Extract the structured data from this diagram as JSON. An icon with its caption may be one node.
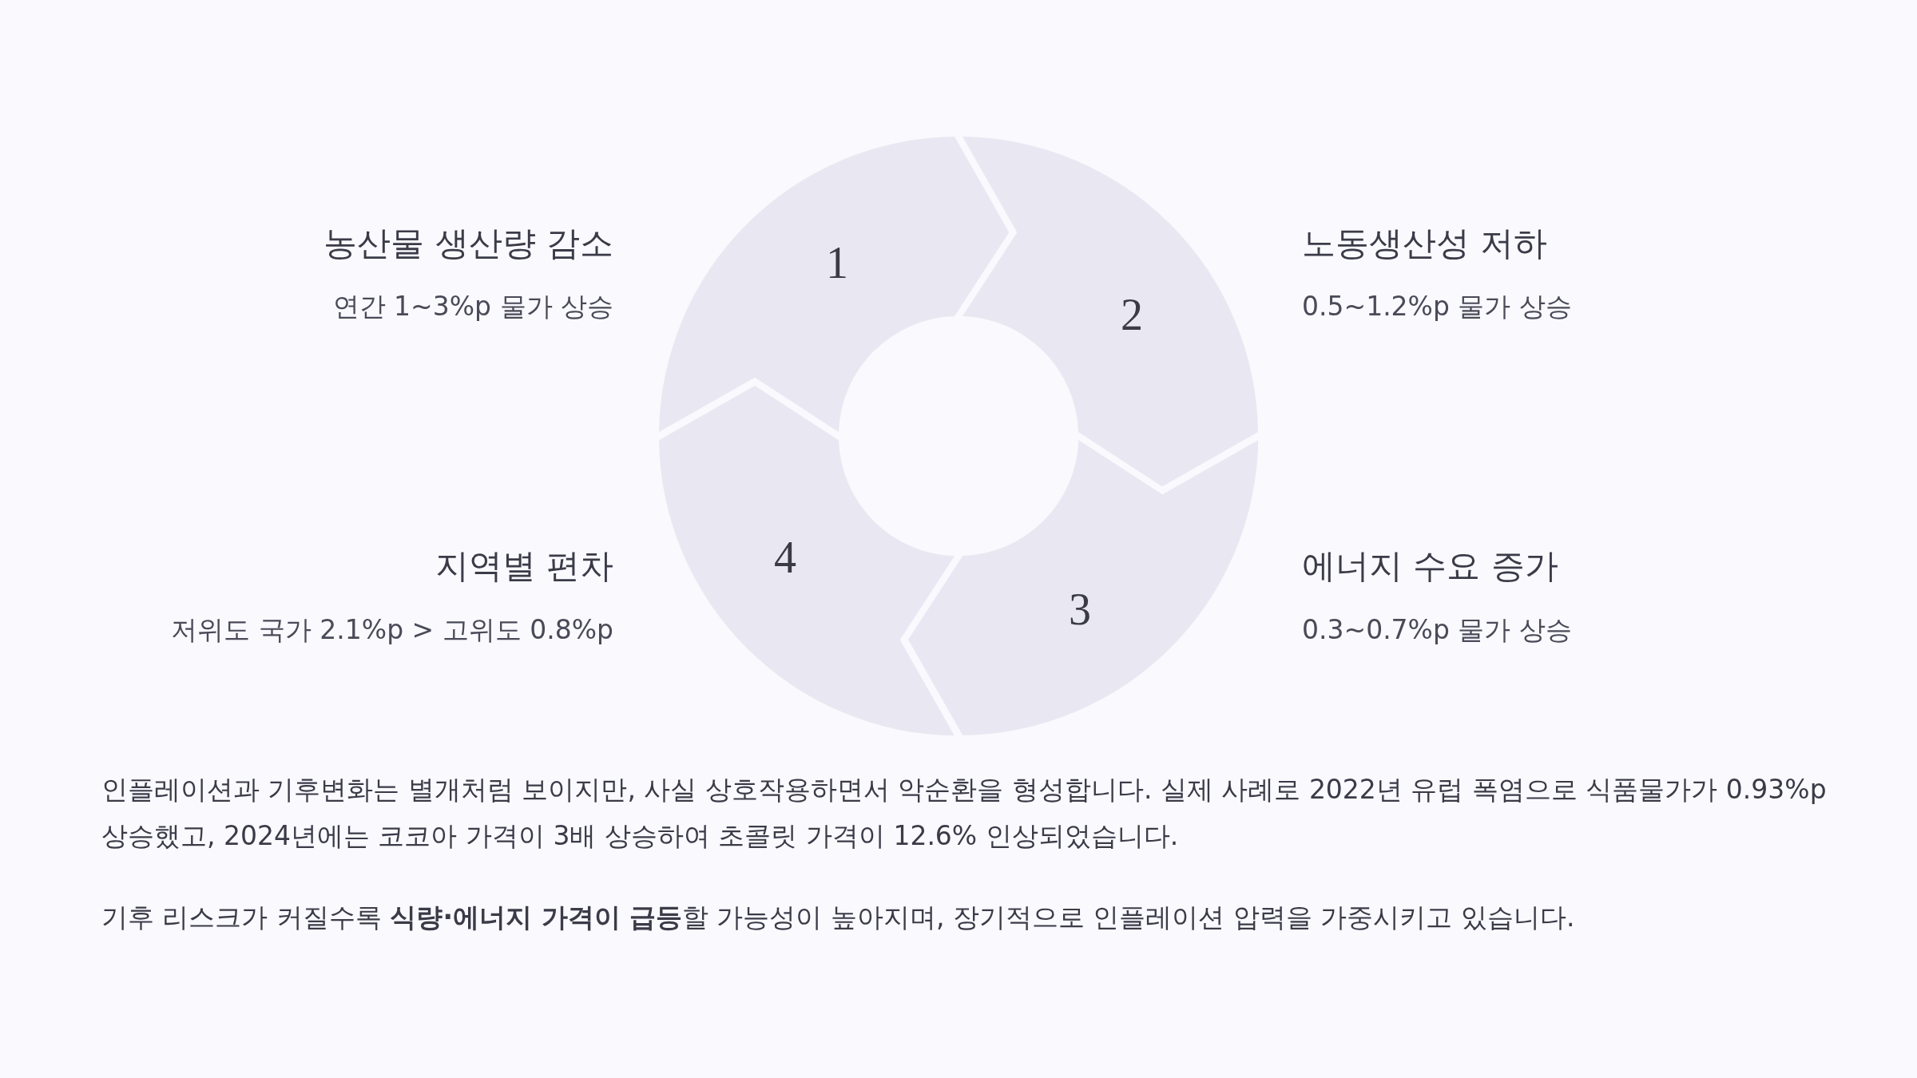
{
  "diagram": {
    "nodes": [
      {
        "text": [
          "1"
        ],
        "beside": [
          "농산물 생산량 감소",
          "연간 1~3%p 물가 상승"
        ]
      },
      {
        "text": [
          "2"
        ],
        "beside": [
          "노동생산성 저하",
          "0.5~1.2%p 물가 상승"
        ]
      },
      {
        "text": [
          "3"
        ],
        "beside": [
          "에너지 수요 증가",
          "0.3~0.7%p 물가 상승"
        ]
      },
      {
        "text": [
          "4"
        ],
        "beside": [
          "지역별 편차",
          "저위도 국가 2.1%p > 고위도 0.8%p"
        ]
      }
    ],
    "labels": [
      "인플레이션과 기후변화는 별개처럼 보이지만, 사실 상호작용하면서 악순환을 형성합니다. 실제 사례로 2022년 유럽 폭염으로 식품물가가 0.93%p 상승했고, 2024년에는 코코아 가격이 3배 상승하여 초콜릿 가격이 12.6% 인상되었습니다.",
      "기후 리스크가 커질수록 **식량·에너지 가격이 급등**할 가능성이 높아지며, 장기적으로 인플레이션 압력을 가중시키고 있습니다."
    ]
  }
}
